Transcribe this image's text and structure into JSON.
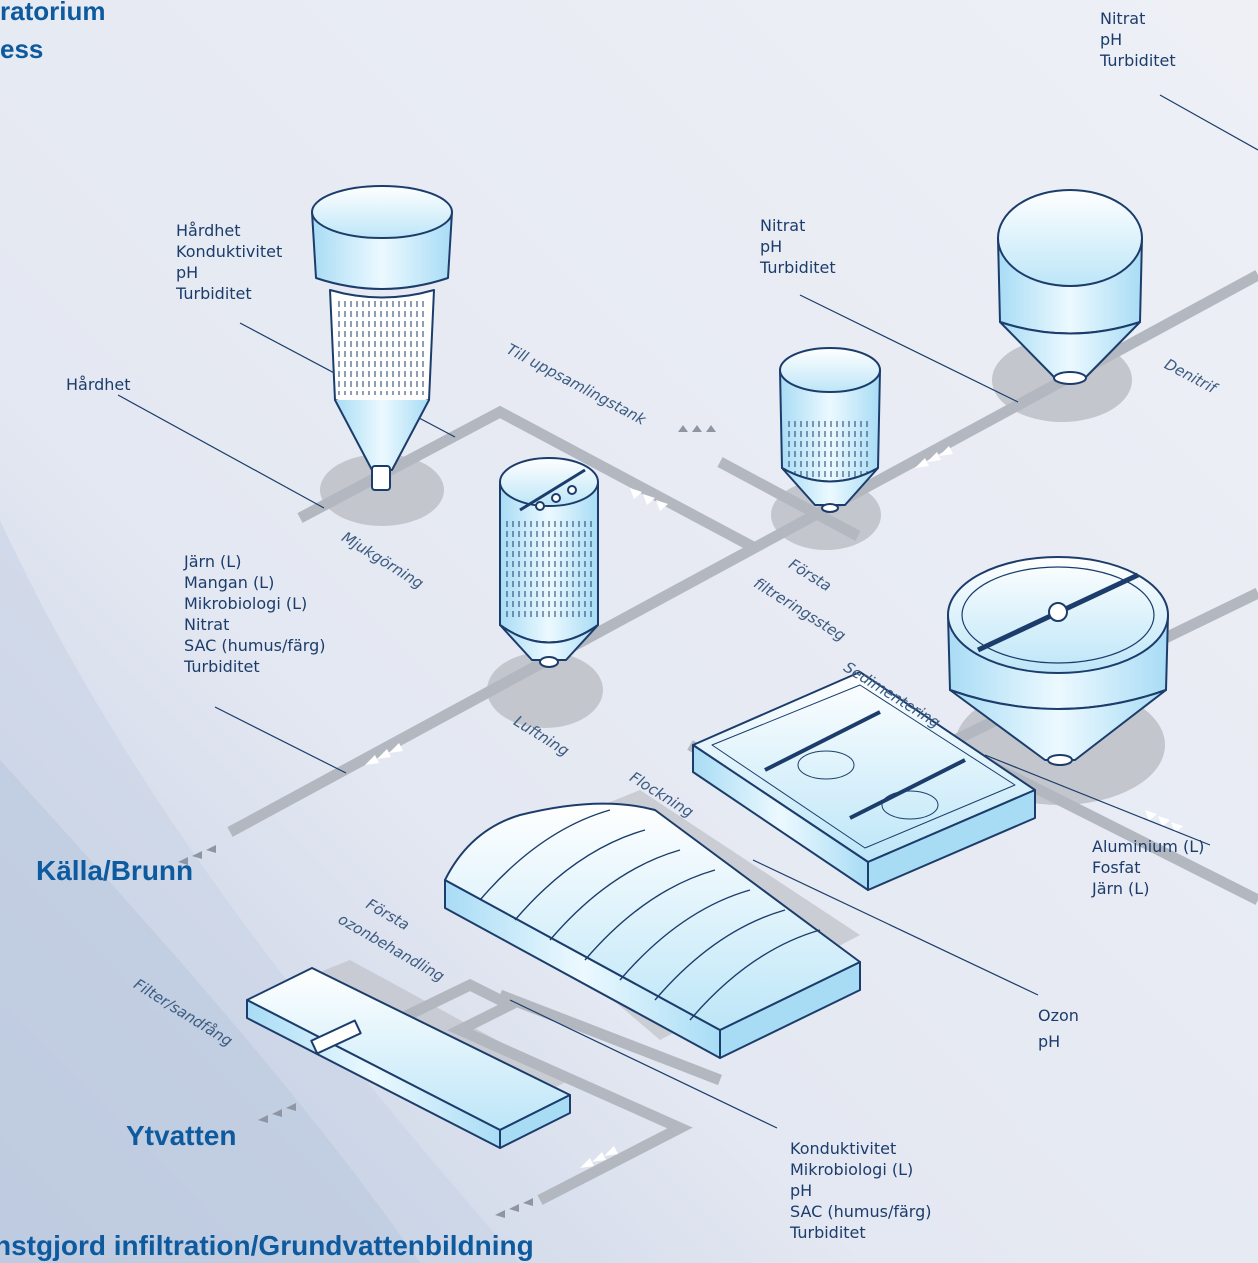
{
  "title": {
    "line1": "ratorium",
    "line2": "ess"
  },
  "sources": {
    "well": "Källa/Brunn",
    "surface": "Ytvatten",
    "infiltration": "nstgjord infiltration/Grundvattenbildning"
  },
  "stages": {
    "till_uppsamlingstank": "Till uppsamlingstank",
    "mjukgorning": "Mjukgörning",
    "luftning": "Luftning",
    "forsta_filtrering_1": "Första",
    "forsta_filtrering_2": "filtreringssteg",
    "denitrif": "Denitrif",
    "sedimentering": "Sedimentering",
    "flockning": "Flockning",
    "forsta_ozon_1": "Första",
    "forsta_ozon_2": "ozonbehandling",
    "filter_sandfang": "Filter/sandfång"
  },
  "params": {
    "top_right": [
      "Nitrat",
      "pH",
      "Turbiditet"
    ],
    "softener": [
      "Hårdhet",
      "Konduktivitet",
      "pH",
      "Turbiditet"
    ],
    "hardness_left": [
      "Hårdhet"
    ],
    "filter_stage": [
      "Nitrat",
      "pH",
      "Turbiditet"
    ],
    "aeration": [
      "Järn (L)",
      "Mangan (L)",
      "Mikrobiologi (L)",
      "Nitrat",
      "SAC (humus/färg)",
      "Turbiditet"
    ],
    "sedimentation": [
      "Aluminium (L)",
      "Fosfat",
      "Järn (L)"
    ],
    "ozone": [
      "Ozon",
      "pH"
    ],
    "bottom": [
      "Konduktivitet",
      "Mikrobiologi (L)",
      "pH",
      "SAC (humus/färg)",
      "Turbiditet"
    ]
  },
  "colors": {
    "background": "#e9edf5",
    "pipe": "#b3b7c0",
    "tank_fill": "#cfeefc",
    "tank_outline": "#1c3d6b",
    "label_text": "#1c3d6b",
    "source_text": "#0e5a9e"
  }
}
